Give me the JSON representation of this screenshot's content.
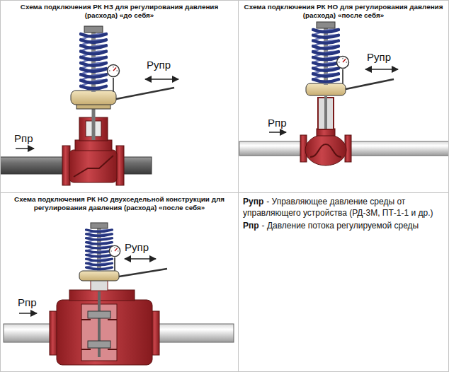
{
  "diagram": {
    "nodes": [
      {
        "text": [
          "Схема подключения РК НЗ для регулирования давления (расхода) «до себя»"
        ]
      },
      {
        "text": [
          "Схема подключения РК НО для регулирования давления (расхода) «после себя»"
        ]
      },
      {
        "text": [
          "Схема подключения РК НО двухседельной конструкции для регулирования давления (расхода) «после себя»"
        ]
      },
      {
        "text": [
          "Рупр",
          "- Управляющее давление среды от управляющего устройства (РД-3М, ПТ-1-1 и др.)",
          "Рпр",
          "- Давление потока регулируемой среды"
        ]
      }
    ],
    "labels": [
      "Рупр",
      "Рпр",
      "Рупр",
      "Рпр",
      "Рупр",
      "Рпр"
    ]
  }
}
